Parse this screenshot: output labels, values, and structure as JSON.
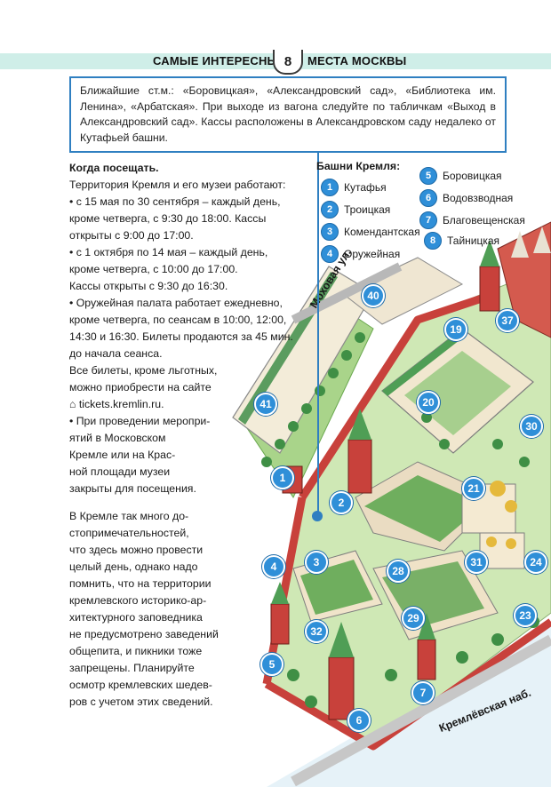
{
  "header": {
    "title_left": "САМЫЕ ИНТЕРЕСНЫЕ",
    "page_number": "8",
    "title_right": "МЕСТА МОСКВЫ"
  },
  "info_box": {
    "text": "Ближайшие ст.м.: «Боровицкая», «Александровский сад», «Библиотека им. Ленина», «Арбатская». При выходе из вагона следуйте по табличкам «Выход в Александровский сад». Кассы расположены в Александровском саду недалеко от Кутафьей башни."
  },
  "left_column": {
    "heading": "Когда посещать.",
    "lines": [
      "Территория Кремля и его музеи работают:",
      "• с 15 мая по 30 сентября – каждый день,",
      "кроме четверга, с 9:30 до 18:00. Кассы",
      "открыты с 9:00 до 17:00.",
      "• с 1 октября по 14 мая – каждый день,",
      "кроме четверга, с 10:00 до 17:00.",
      "Кассы открыты с 9:30 до 16:30.",
      "• Оружейная палата работает ежедневно,",
      "кроме четверга, по сеансам в 10:00, 12:00,",
      "14:30 и 16:30. Билеты продаются за 45 мин.",
      "до начала сеанса.",
      "Все билеты, кроме льготных,",
      "можно приобрести на сайте",
      "⌂ tickets.kremlin.ru.",
      "• При проведении меропри-",
      "ятий в Московском",
      "Кремле или на Крас-",
      "ной площади музеи",
      "закрыты для посещения."
    ],
    "lines2": [
      "В Кремле так много до-",
      "стопримечательностей,",
      "что здесь можно провести",
      "целый день, однако надо",
      "помнить, что на территории",
      "кремлевского историко-ар-",
      "хитектурного заповедника",
      "не предусмотрено заведений",
      "общепита, и пикники тоже",
      "запрещены. Планируйте",
      "осмотр кремлевских шедев-",
      "ров с учетом этих сведений."
    ]
  },
  "towers": {
    "title": "Башни Кремля:",
    "items": [
      {
        "num": "1",
        "name": "Кутафья"
      },
      {
        "num": "2",
        "name": "Троицкая"
      },
      {
        "num": "3",
        "name": "Комендантская"
      },
      {
        "num": "4",
        "name": "Оружейная"
      },
      {
        "num": "5",
        "name": "Боровицкая"
      },
      {
        "num": "6",
        "name": "Водовзводная"
      },
      {
        "num": "7",
        "name": "Благовещенская"
      },
      {
        "num": "8",
        "name": "Тайницкая"
      }
    ]
  },
  "map": {
    "streets": [
      "Моховая ул.",
      "Кремлёвская наб."
    ],
    "markers": [
      "40",
      "19",
      "37",
      "41",
      "20",
      "30",
      "1",
      "2",
      "21",
      "3",
      "28",
      "31",
      "24",
      "4",
      "29",
      "23",
      "32",
      "5",
      "7",
      "6"
    ],
    "colors": {
      "wall": "#c8413b",
      "roof_green": "#4f9e55",
      "garden": "#8cc860",
      "water": "#d9ecf6",
      "marker": "#2f8fd8",
      "accent": "#2f7fc1"
    }
  }
}
